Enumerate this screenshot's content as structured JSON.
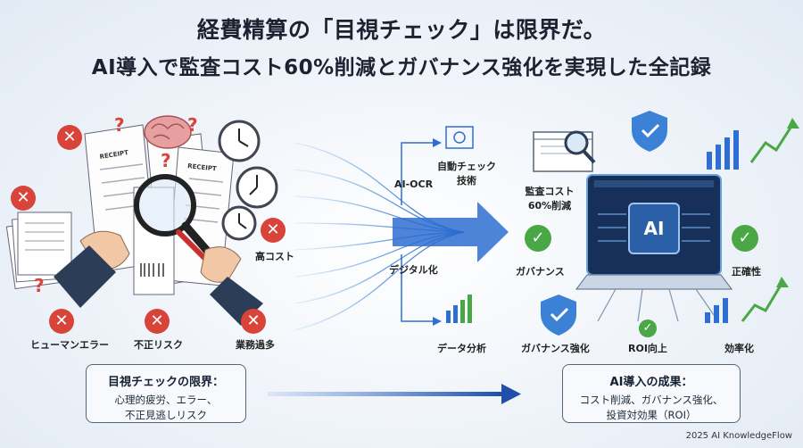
{
  "title": {
    "line1": "経費精算の「目視チェック」は限界だ。",
    "line2": "AI導入で監査コスト60%削減とガバナンス強化を実現した全記録"
  },
  "left": {
    "receipt_text": "RECEIPT",
    "labels": {
      "human_error": "ヒューマンエラー",
      "fraud_risk": "不正リスク",
      "overwork": "業務過多",
      "high_cost": "高コスト"
    },
    "box": {
      "heading": "目視チェックの限界：",
      "line1": "心理的疲労、エラー、",
      "line2": "不正見逃しリスク"
    }
  },
  "middle": {
    "ai_ocr": "AI-OCR",
    "auto_check_1": "自動チェック",
    "auto_check_2": "技術",
    "digitize": "デジタル化",
    "data_analysis": "データ分析"
  },
  "right": {
    "chip_text": "AI",
    "labels": {
      "audit_cost_1": "監査コスト",
      "audit_cost_2": "60%削減",
      "governance": "ガバナンス",
      "accuracy": "正確性",
      "governance_up": "ガバナンス強化",
      "roi_up": "ROI向上",
      "efficiency": "効率化"
    },
    "box": {
      "heading": "AI導入の成果：",
      "line1": "コスト削減、ガバナンス強化、",
      "line2": "投資対効果（ROI）"
    }
  },
  "footer": "2025 AI KnowledgeFlow",
  "colors": {
    "error_red": "#d8433a",
    "success_green": "#49a745",
    "flow_blue": "#2f6fd1",
    "chip_dark": "#1e3a63",
    "shield_blue": "#3b82d6"
  }
}
